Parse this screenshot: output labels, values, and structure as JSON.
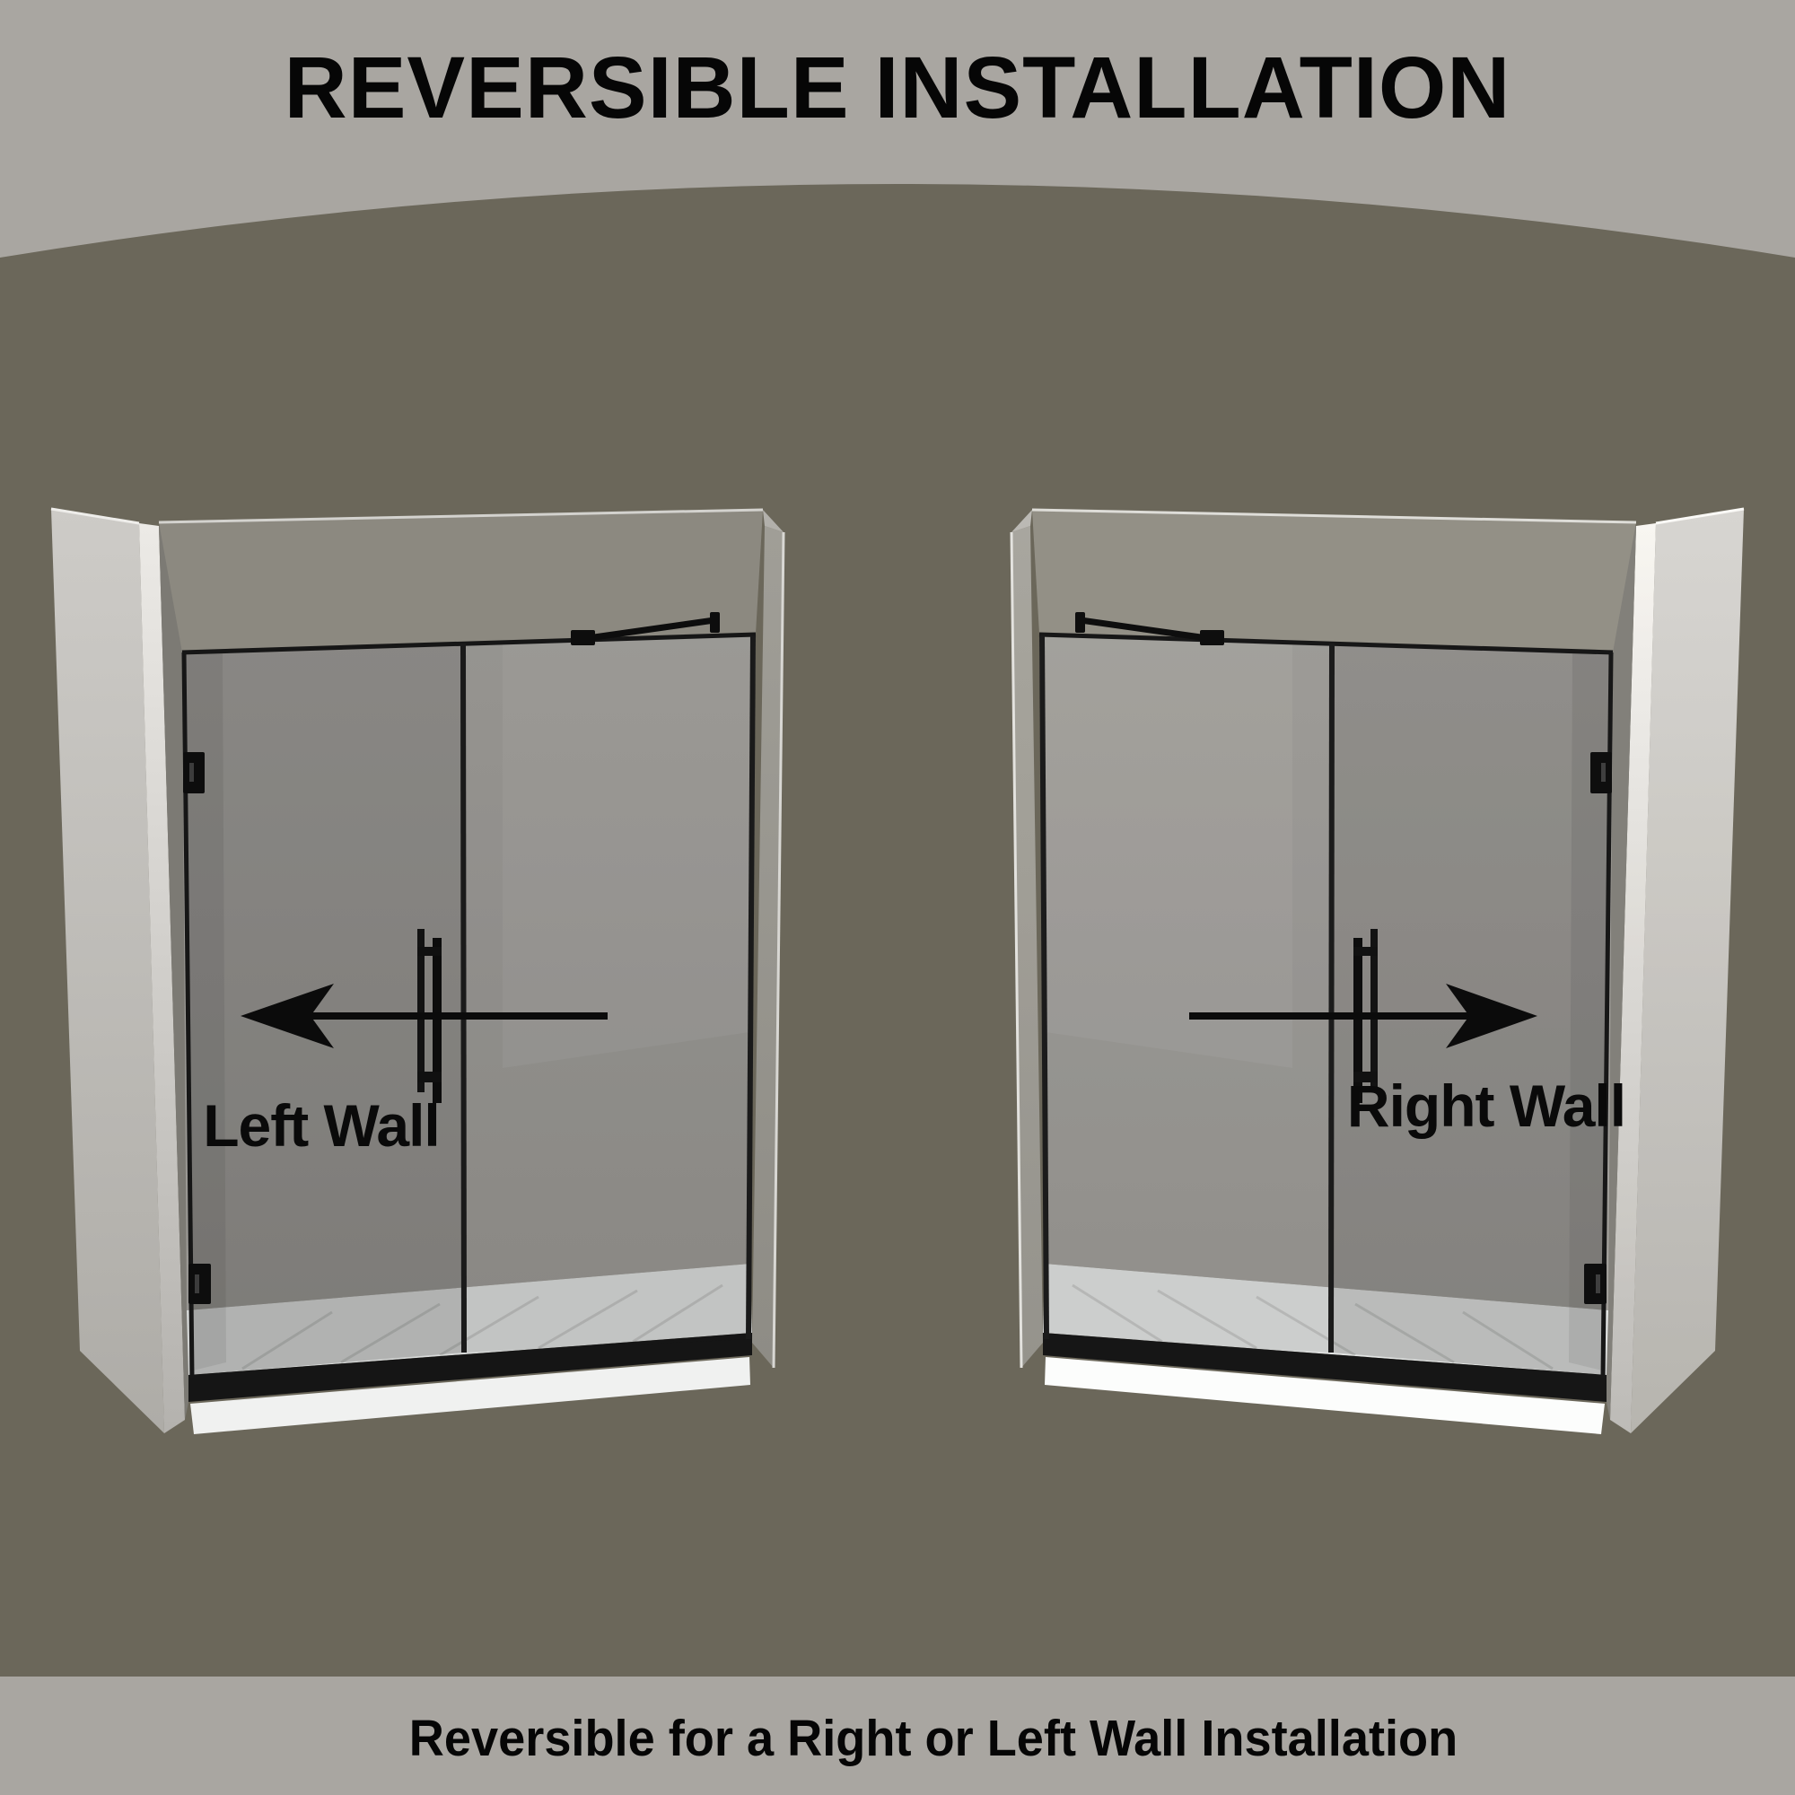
{
  "title": "REVERSIBLE INSTALLATION",
  "caption": "Reversible for a Right or Left Wall Installation",
  "diagrams": {
    "left": {
      "label": "Left Wall",
      "arrow_icon": "arrow-left-icon",
      "arrow_direction": "left"
    },
    "right": {
      "label": "Right Wall",
      "arrow_icon": "arrow-right-icon",
      "arrow_direction": "right"
    }
  },
  "colors": {
    "band_background": "#a9a6a1",
    "arch_background": "#6b675a",
    "wall_light": "#c8c6c2",
    "wall_edge_highlight": "#e9e8e4",
    "wall_shadow_band": "#8c8980",
    "glass_hardware_black": "#141414",
    "tray_white": "#f0f1f0",
    "text": "#060606"
  }
}
